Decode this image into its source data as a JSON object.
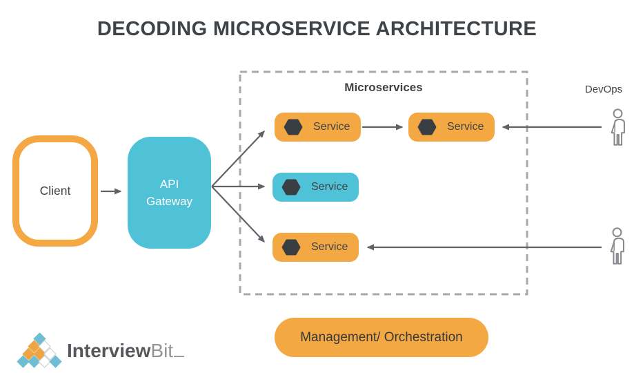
{
  "title": "DECODING MICROSERVICE ARCHITECTURE",
  "client": {
    "label": "Client"
  },
  "api_gateway": {
    "label": "API Gateway"
  },
  "microservices_group": {
    "label": "Microservices"
  },
  "services": [
    {
      "label": "Service",
      "color": "#f4a843"
    },
    {
      "label": "Service",
      "color": "#f4a843"
    },
    {
      "label": "Service",
      "color": "#4fc2d7"
    },
    {
      "label": "Service",
      "color": "#f4a843"
    }
  ],
  "devops": {
    "label": "DevOps"
  },
  "management": {
    "label": "Management/ Orchestration"
  },
  "logo": {
    "text_bold": "Interview",
    "text_light": "Bit",
    "diamond_rows": [
      [
        "teal"
      ],
      [
        "orange",
        "white"
      ],
      [
        "orange",
        "orange",
        "white"
      ],
      [
        "teal",
        "teal",
        "white",
        "teal"
      ]
    ],
    "palette": {
      "teal": "#6fbdd2",
      "orange": "#f0a545",
      "white": "#ffffff"
    }
  },
  "colors": {
    "accent_orange": "#f4a843",
    "accent_teal": "#4fc2d7",
    "text_dark": "#3e4347",
    "hexagon_dark": "#393e43",
    "arrow_gray": "#5f6368",
    "dashed_gray": "#a9a9a9",
    "person_gray": "#85898d"
  }
}
